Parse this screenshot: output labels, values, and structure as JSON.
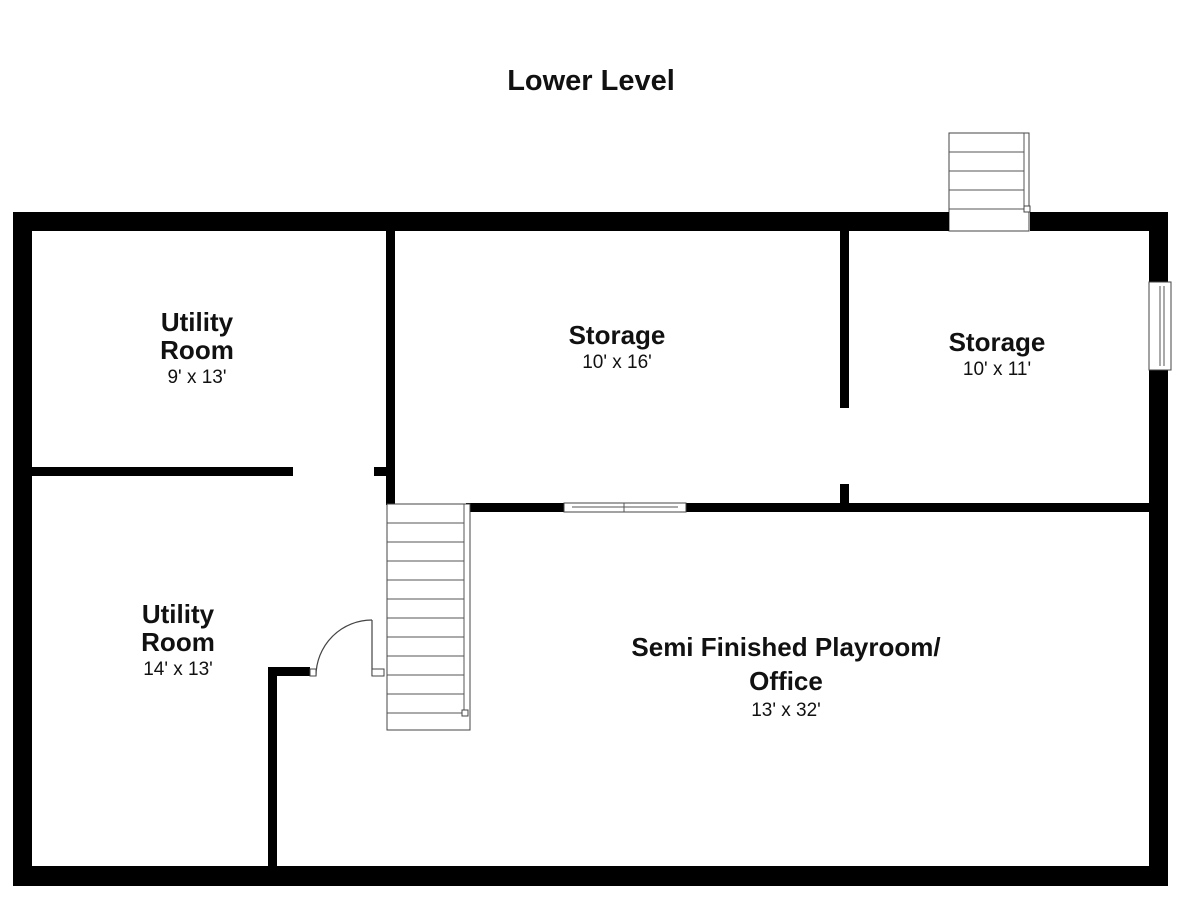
{
  "plan": {
    "title": "Lower Level",
    "rooms": [
      {
        "id": "utility-room-upper",
        "name_lines": [
          "Utility",
          "Room"
        ],
        "dimensions": "9' x 13'"
      },
      {
        "id": "storage-center",
        "name_lines": [
          "Storage"
        ],
        "dimensions": "10' x 16'"
      },
      {
        "id": "storage-right",
        "name_lines": [
          "Storage"
        ],
        "dimensions": "10' x 11'"
      },
      {
        "id": "utility-room-lower",
        "name_lines": [
          "Utility",
          "Room"
        ],
        "dimensions": "14' x 13'"
      },
      {
        "id": "playroom-office",
        "name_lines": [
          "Semi Finished Playroom/",
          "Office"
        ],
        "dimensions": "13' x 32'"
      }
    ],
    "colors": {
      "wall": "#000000",
      "background": "#ffffff",
      "fixture_stroke": "#444444"
    }
  }
}
